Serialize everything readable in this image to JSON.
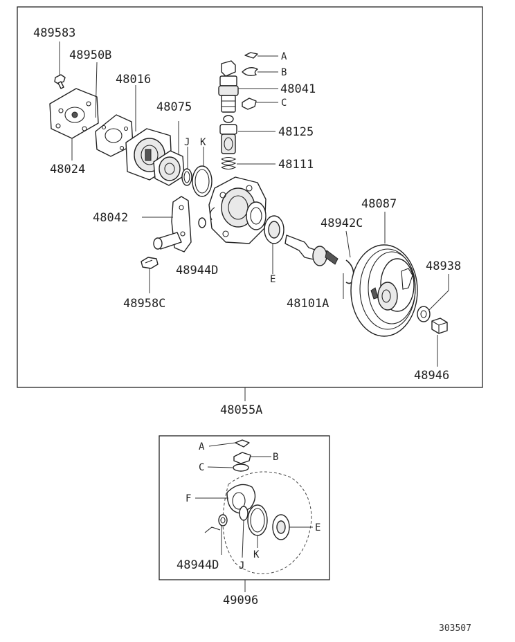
{
  "main_assembly": {
    "labels": {
      "p489583": "489583",
      "p48950B": "48950B",
      "p48016": "48016",
      "p48075": "48075",
      "p48024": "48024",
      "J": "J",
      "K": "K",
      "A": "A",
      "B": "B",
      "p48041": "48041",
      "C": "C",
      "p48125": "48125",
      "p48111": "48111",
      "p48042": "48042",
      "p48087": "48087",
      "p48942C": "48942C",
      "p48938": "48938",
      "p48944D": "48944D",
      "E": "E",
      "p48101A": "48101A",
      "p48958C": "48958C",
      "p48946": "48946"
    },
    "assembly_label": "48055A"
  },
  "kit_assembly": {
    "labels": {
      "A": "A",
      "B": "B",
      "C": "C",
      "F": "F",
      "E": "E",
      "K": "K",
      "p48944D": "48944D",
      "J": "J"
    },
    "assembly_label": "49096"
  },
  "figure_code": "303507"
}
